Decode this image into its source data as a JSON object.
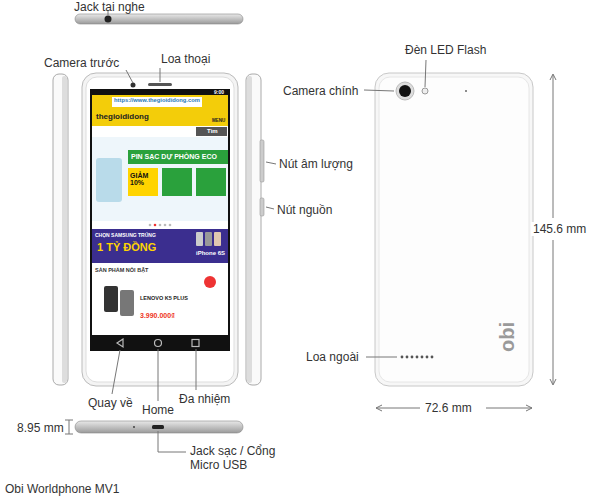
{
  "diagram": {
    "caption": "Obi Worldphone MV1",
    "labels": [
      "Jack tai nghe",
      "Camera trước",
      "Loa thoại",
      "Nút âm lượng",
      "Nút nguồn",
      "Quay về",
      "Home",
      "Đa nhiệm",
      "8.95 mm",
      "Jack sạc / Cổng Micro USB",
      "Đèn LED Flash",
      "Camera chính",
      "Loa ngoài",
      "145.6 mm",
      "72.6 mm",
      "obi",
      "https://www.thegioididong.com",
      "9:00",
      "thegioididong",
      "MENU",
      "Tìm",
      "PIN SẠC DỰ PHÒNG ECO",
      "GIẢM 10%",
      "CHỌN SAMSUNG TRÚNG",
      "1 TỶ ĐỒNG",
      "iPhone 6S",
      "SẢN PHẨM NỔI BẬT",
      "LENOVO K5 PLUS",
      "3.990.000₫"
    ]
  }
}
